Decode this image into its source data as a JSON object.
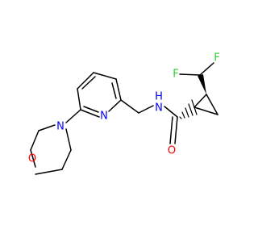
{
  "molecule": {
    "atoms": {
      "oxygen_morpholine": {
        "symbol": "O",
        "color": "#ff0000"
      },
      "nitrogen_morpholine": {
        "symbol": "N",
        "color": "#0000ff"
      },
      "nitrogen_pyridine": {
        "symbol": "N",
        "color": "#0000ff"
      },
      "nitrogen_amide": {
        "symbol": "N",
        "color": "#0000ff"
      },
      "hydrogen_amide": {
        "symbol": "H",
        "color": "#0000ff"
      },
      "oxygen_carbonyl": {
        "symbol": "O",
        "color": "#ff0000"
      },
      "fluorine_left": {
        "symbol": "F",
        "color": "#33cc33"
      },
      "fluorine_right": {
        "symbol": "F",
        "color": "#33cc33"
      }
    },
    "colors": {
      "bond": "#000000",
      "oxygen": "#ff0000",
      "nitrogen": "#0000ff",
      "fluorine": "#33cc33",
      "background": "#ffffff"
    }
  }
}
